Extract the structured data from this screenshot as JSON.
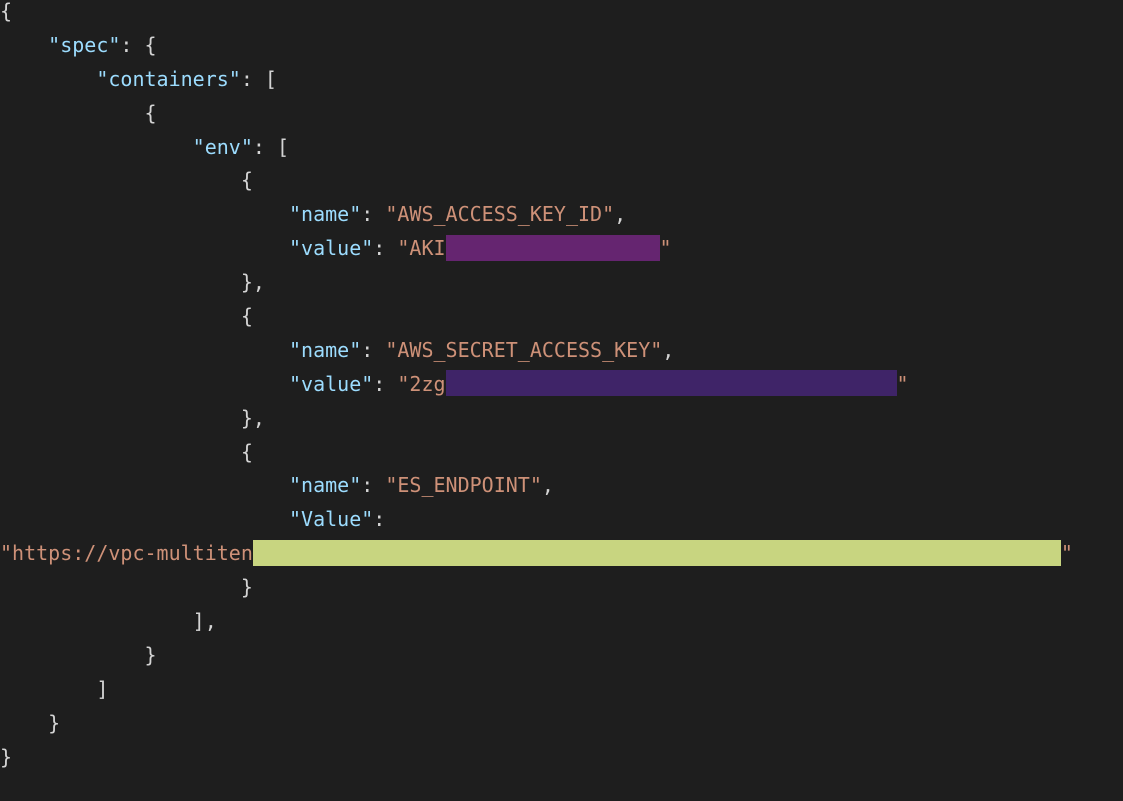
{
  "editor": {
    "indent": "    ",
    "colors": {
      "background": "#1e1e1e",
      "key": "#9cdcfe",
      "string": "#ce9178",
      "punctuation": "#d4d4d4",
      "redaction_access_key": "#652570",
      "redaction_secret_key": "#3f2468",
      "redaction_endpoint": "#c8d580"
    },
    "lines": [
      {
        "level": 0,
        "tokens": [
          {
            "t": "p",
            "v": "{"
          }
        ]
      },
      {
        "level": 1,
        "tokens": [
          {
            "t": "k",
            "v": "\"spec\""
          },
          {
            "t": "p",
            "v": ": {"
          }
        ]
      },
      {
        "level": 2,
        "tokens": [
          {
            "t": "k",
            "v": "\"containers\""
          },
          {
            "t": "p",
            "v": ": ["
          }
        ]
      },
      {
        "level": 3,
        "tokens": [
          {
            "t": "p",
            "v": "{"
          }
        ]
      },
      {
        "level": 4,
        "tokens": [
          {
            "t": "k",
            "v": "\"env\""
          },
          {
            "t": "p",
            "v": ": ["
          }
        ]
      },
      {
        "level": 5,
        "tokens": [
          {
            "t": "p",
            "v": "{"
          }
        ]
      },
      {
        "level": 6,
        "tokens": [
          {
            "t": "k",
            "v": "\"name\""
          },
          {
            "t": "p",
            "v": ": "
          },
          {
            "t": "s",
            "v": "\"AWS_ACCESS_KEY_ID\""
          },
          {
            "t": "p",
            "v": ","
          }
        ]
      },
      {
        "level": 6,
        "tokens": [
          {
            "t": "k",
            "v": "\"value\""
          },
          {
            "t": "p",
            "v": ": "
          },
          {
            "t": "s",
            "v": "\"AKI"
          },
          {
            "t": "redact",
            "cls": "r1",
            "color": "#652570"
          },
          {
            "t": "s",
            "v": "\""
          }
        ]
      },
      {
        "level": 5,
        "tokens": [
          {
            "t": "p",
            "v": "},"
          }
        ]
      },
      {
        "level": 5,
        "tokens": [
          {
            "t": "p",
            "v": "{"
          }
        ]
      },
      {
        "level": 6,
        "tokens": [
          {
            "t": "k",
            "v": "\"name\""
          },
          {
            "t": "p",
            "v": ": "
          },
          {
            "t": "s",
            "v": "\"AWS_SECRET_ACCESS_KEY\""
          },
          {
            "t": "p",
            "v": ","
          }
        ]
      },
      {
        "level": 6,
        "tokens": [
          {
            "t": "k",
            "v": "\"value\""
          },
          {
            "t": "p",
            "v": ": "
          },
          {
            "t": "s",
            "v": "\"2zg"
          },
          {
            "t": "redact",
            "cls": "r2",
            "color": "#3f2468"
          },
          {
            "t": "s",
            "v": "\""
          }
        ]
      },
      {
        "level": 5,
        "tokens": [
          {
            "t": "p",
            "v": "},"
          }
        ]
      },
      {
        "level": 5,
        "tokens": [
          {
            "t": "p",
            "v": "{"
          }
        ]
      },
      {
        "level": 6,
        "tokens": [
          {
            "t": "k",
            "v": "\"name\""
          },
          {
            "t": "p",
            "v": ": "
          },
          {
            "t": "s",
            "v": "\"ES_ENDPOINT\""
          },
          {
            "t": "p",
            "v": ","
          }
        ]
      },
      {
        "level": 6,
        "tokens": [
          {
            "t": "k",
            "v": "\"Value\""
          },
          {
            "t": "p",
            "v": ":"
          }
        ]
      },
      {
        "level": 0,
        "tokens": [
          {
            "t": "s",
            "v": "\"https://vpc-multiten"
          },
          {
            "t": "redact",
            "cls": "r3",
            "color": "#c8d580"
          },
          {
            "t": "s",
            "v": "\""
          }
        ]
      },
      {
        "level": 5,
        "tokens": [
          {
            "t": "p",
            "v": "}"
          }
        ]
      },
      {
        "level": 4,
        "tokens": [
          {
            "t": "p",
            "v": "],"
          }
        ]
      },
      {
        "level": 3,
        "tokens": [
          {
            "t": "p",
            "v": "}"
          }
        ]
      },
      {
        "level": 2,
        "tokens": [
          {
            "t": "p",
            "v": "]"
          }
        ]
      },
      {
        "level": 1,
        "tokens": [
          {
            "t": "p",
            "v": "}"
          }
        ]
      },
      {
        "level": 0,
        "tokens": [
          {
            "t": "p",
            "v": "}"
          }
        ]
      }
    ]
  }
}
